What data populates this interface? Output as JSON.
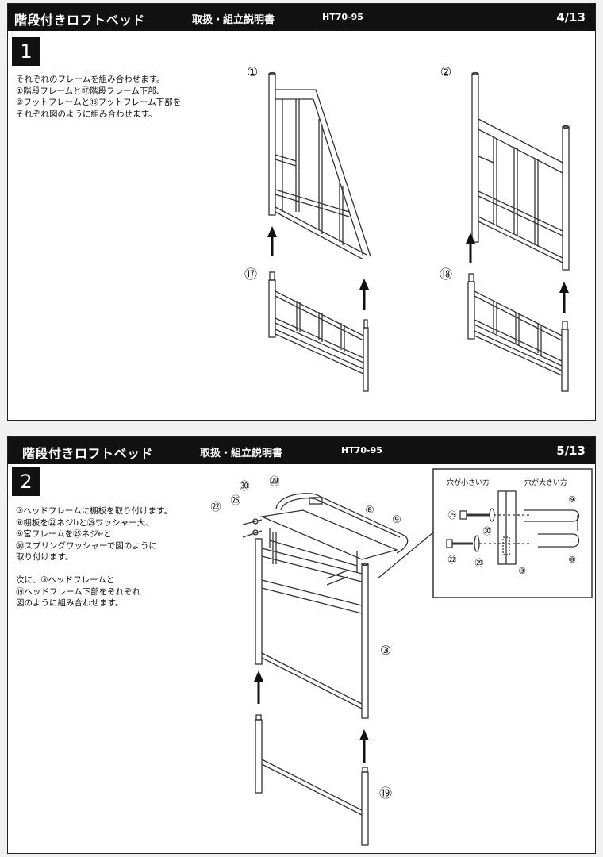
{
  "page1": {
    "header": {
      "title": "階段付きロフトベッド",
      "subtitle": "取扱・組立説明書",
      "model": "HT70-95",
      "page": "4/13"
    },
    "step_number": "1",
    "instructions": [
      "それぞれのフレームを組み合わせます。",
      "①階段フレームと⑰階段フレーム下部、",
      "②フットフレームと⑱フットフレーム下部を",
      "それぞれ図のように組み合わせます。"
    ],
    "part_labels": {
      "stair_frame": "①",
      "stair_frame_lower": "⑰",
      "foot_frame": "②",
      "foot_frame_lower": "⑱"
    }
  },
  "page2": {
    "header": {
      "title": "階段付きロフトベッド",
      "subtitle": "取扱・組立説明書",
      "model": "HT70-95",
      "page": "5/13"
    },
    "step_number": "2",
    "instructions": [
      "③ヘッドフレームに棚板を取り付けます。",
      "⑧棚板を㉒ネジbと㉙ワッシャー大、",
      "⑨宮フレームを㉕ネジeと",
      "㉚スプリングワッシャーで図のように",
      "取り付けます。",
      "",
      "次に、③ヘッドフレームと",
      "⑲ヘッドフレーム下部をそれぞれ",
      "図のように組み合わせます。"
    ],
    "part_labels": {
      "shelf": "⑧",
      "headboard_frame": "⑨",
      "head_frame": "③",
      "head_frame_lower": "⑲",
      "screw_b": "㉒",
      "screw_e": "㉕",
      "washer_large": "㉙",
      "spring_washer": "㉚"
    },
    "detail": {
      "small_hole": "穴が小さい方",
      "large_hole": "穴が大きい方"
    }
  },
  "colors": {
    "header_bg": "#111111",
    "header_text": "#ffffff",
    "line": "#333333"
  }
}
